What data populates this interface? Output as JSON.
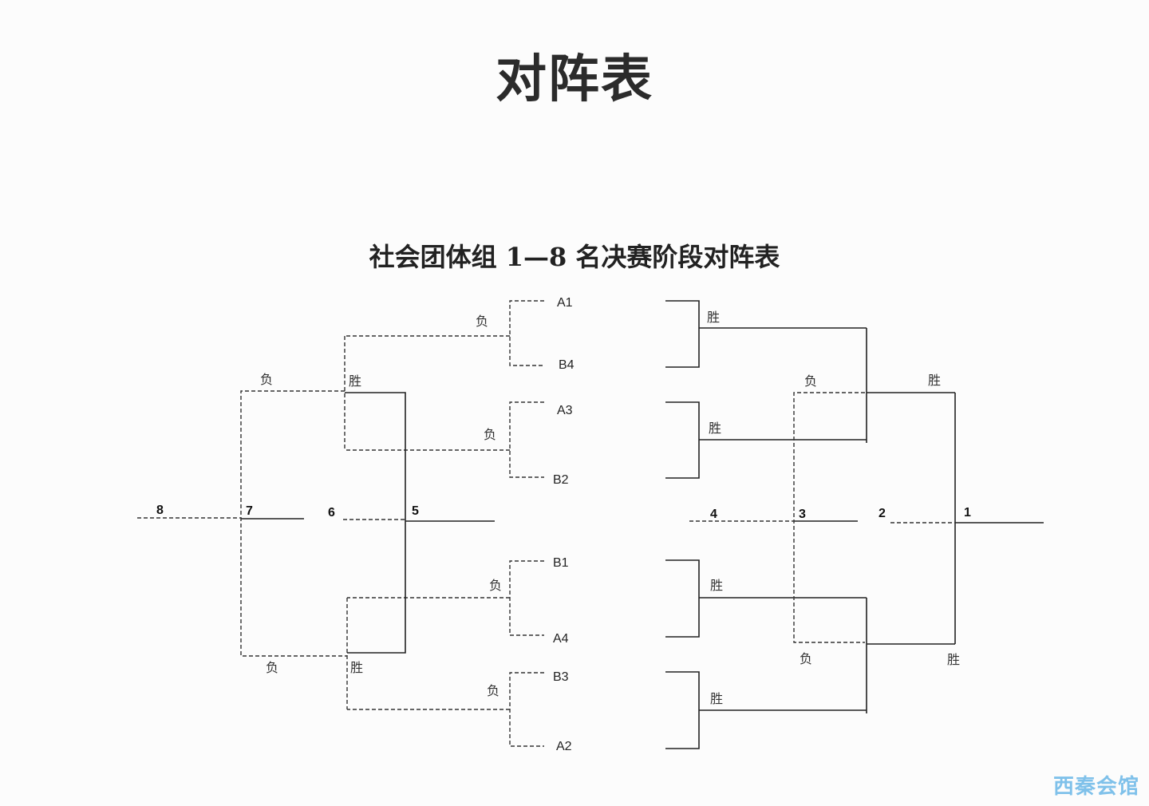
{
  "page_title": "对阵表",
  "bracket_title": "社会团体组 1—8 名决赛阶段对阵表",
  "teams": {
    "a1": "A1",
    "b4": "B4",
    "a3": "A3",
    "b2": "B2",
    "b1": "B1",
    "a4": "A4",
    "b3": "B3",
    "a2": "A2"
  },
  "positions": {
    "p1": "1",
    "p2": "2",
    "p3": "3",
    "p4": "4",
    "p5": "5",
    "p6": "6",
    "p7": "7",
    "p8": "8"
  },
  "results": {
    "win": "胜",
    "lose": "负"
  },
  "watermark": "西秦会馆"
}
